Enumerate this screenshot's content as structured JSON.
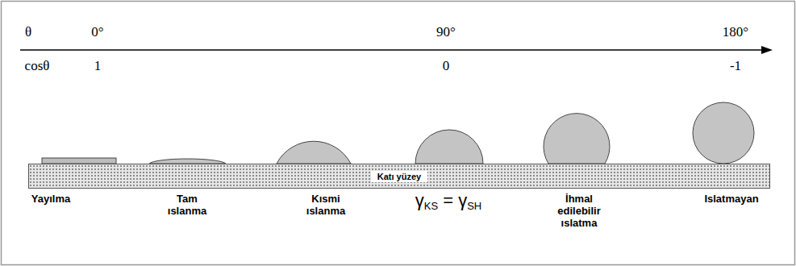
{
  "diagram": {
    "nodes": [
      {
        "text": [
          "Katı yüzey"
        ]
      }
    ],
    "labels": [
      "θ",
      "0°",
      "90°",
      "180°",
      "cosθ",
      "1",
      "0",
      "-1",
      "Yayılma",
      "Tam ıslanma",
      "Kısmi ıslanma",
      "γKS = γSH",
      "İhmal edilebilir ıslatma",
      "Islatmayan"
    ]
  }
}
